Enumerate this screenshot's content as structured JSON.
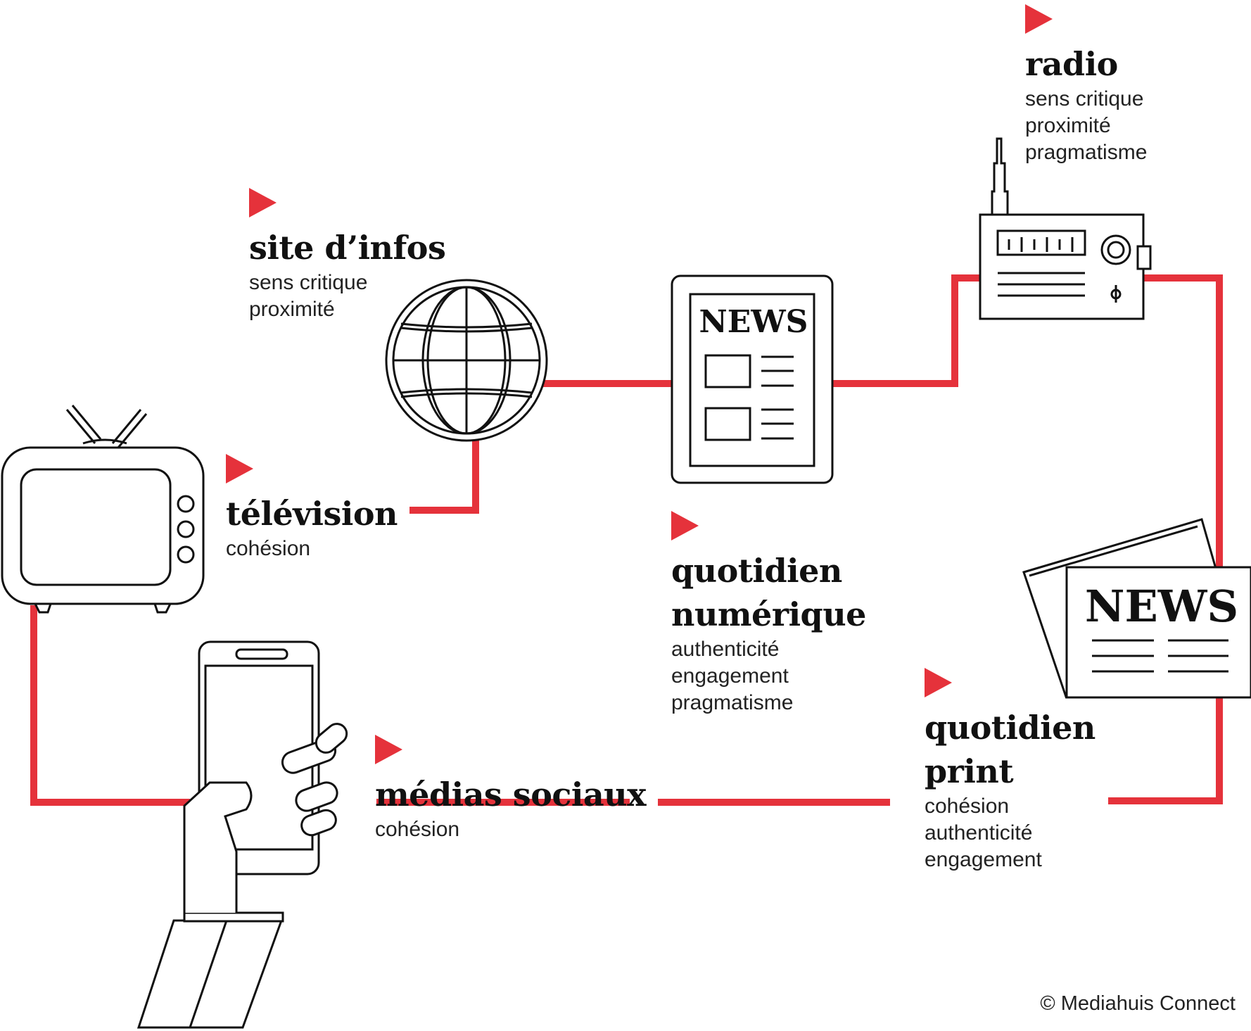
{
  "nodes": {
    "site_infos": {
      "title": "site d’infos",
      "values": "sens critique\nproximité"
    },
    "radio": {
      "title": "radio",
      "values": "sens critique\nproximité\npragmatisme"
    },
    "television": {
      "title": "télévision",
      "values": "cohésion"
    },
    "quotidien_numerique": {
      "title": "quotidien\nnumérique",
      "values": "authenticité\nengagement\npragmatisme"
    },
    "medias_sociaux": {
      "title": "médias sociaux",
      "values": "cohésion"
    },
    "quotidien_print": {
      "title": "quotidien\nprint",
      "values": "cohésion\nauthenticité\nengagement"
    }
  },
  "tablet_news": "NEWS",
  "paper_news": "NEWS",
  "copyright": "© Mediahuis Connect",
  "colors": {
    "accent": "#e5323b",
    "ink": "#111111"
  },
  "icons": [
    "globe-icon",
    "tablet-news-icon",
    "radio-icon",
    "tv-icon",
    "smartphone-hand-icon",
    "newspaper-icon"
  ]
}
